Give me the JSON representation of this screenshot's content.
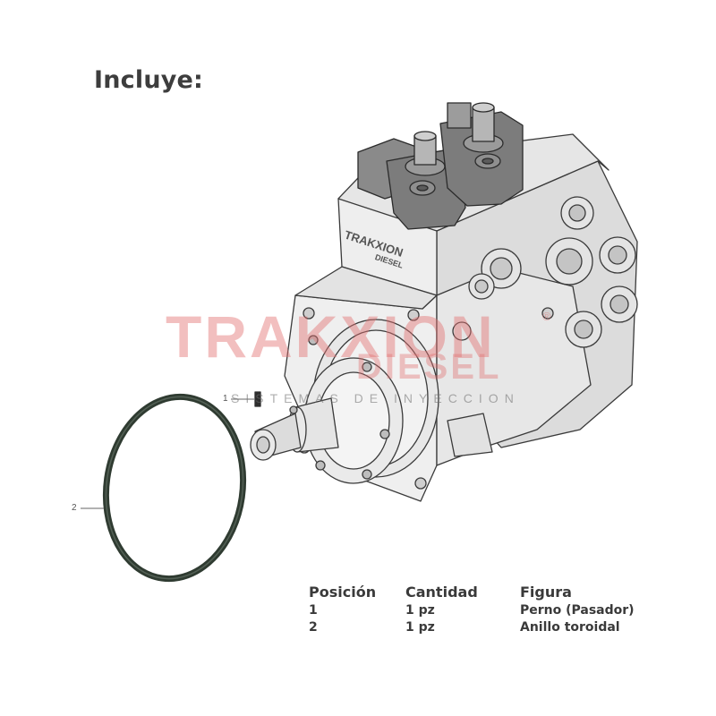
{
  "heading": "Incluye:",
  "callouts": {
    "one": "1",
    "two": "2"
  },
  "watermark": {
    "title": "TRAKXION",
    "subtitle": "DIESEL",
    "tagline": "SISTEMAS DE INYECCION",
    "registered": "®",
    "pump_brand": "TRAKXION",
    "pump_brand_sub": "DIESEL"
  },
  "table": {
    "headers": [
      "Posición",
      "Cantidad",
      "Figura"
    ],
    "rows": [
      [
        "1",
        "1 pz",
        "Perno (Pasador)"
      ],
      [
        "2",
        "1 pz",
        "Anillo toroidal"
      ]
    ]
  },
  "colors": {
    "text": "#3a3a3a",
    "watermark": "#e27070",
    "pump_body": "#ececec",
    "connector": "#7c7c7c",
    "ring": "#2f3b31"
  }
}
